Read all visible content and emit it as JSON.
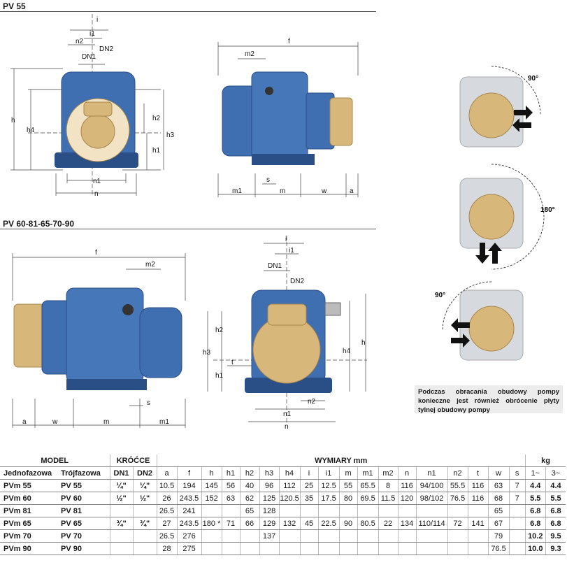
{
  "sections": {
    "pv55_title": "PV 55",
    "pv60_title": "PV 60-81-65-70-90"
  },
  "labels": {
    "i": "i",
    "i1": "i1",
    "n2": "n2",
    "dn1": "DN1",
    "dn2": "DN2",
    "h": "h",
    "h1": "h1",
    "h2": "h2",
    "h3": "h3",
    "h4": "h4",
    "n": "n",
    "n1": "n1",
    "f": "f",
    "m": "m",
    "m1": "m1",
    "m2": "m2",
    "w": "w",
    "a": "a",
    "s": "s",
    "t": "t"
  },
  "rotations": {
    "r1": "90°",
    "r2": "180°",
    "r3": "90°"
  },
  "note": "Podczas obracania obudowy pompy konieczne jest również obrócenie płyty tylnej obudowy pompy",
  "table": {
    "header": {
      "model": "MODEL",
      "krocce": "KRÓĆCE",
      "wymiary": "WYMIARY mm",
      "kg": "kg"
    },
    "subheader": [
      "Jednofazowa",
      "Trójfazowa",
      "DN1",
      "DN2",
      "a",
      "f",
      "h",
      "h1",
      "h2",
      "h3",
      "h4",
      "i",
      "i1",
      "m",
      "m1",
      "m2",
      "n",
      "n1",
      "n2",
      "t",
      "w",
      "s",
      "1~",
      "3~"
    ],
    "rows": [
      [
        "PVm 55",
        "PV 55",
        "¼\"",
        "¼\"",
        "10.5",
        "194",
        "145",
        "56",
        "40",
        "96",
        "112",
        "25",
        "12.5",
        "55",
        "65.5",
        "8",
        "116",
        "94/100",
        "55.5",
        "116",
        "63",
        "7",
        "4.4",
        "4.4"
      ],
      [
        "PVm 60",
        "PV 60",
        "½\"",
        "½\"",
        "26",
        "243.5",
        "152",
        "63",
        "62",
        "125",
        "120.5",
        "35",
        "17.5",
        "80",
        "69.5",
        "11.5",
        "120",
        "98/102",
        "76.5",
        "116",
        "68",
        "7",
        "5.5",
        "5.5"
      ],
      [
        "PVm 81",
        "PV 81",
        "",
        "",
        "26.5",
        "241",
        "",
        "",
        "65",
        "128",
        "",
        "",
        "",
        "",
        "",
        "",
        "",
        "",
        "",
        "",
        "65",
        "",
        "6.8",
        "6.8"
      ],
      [
        "PVm 65",
        "PV 65",
        "¾\"",
        "¾\"",
        "27",
        "243.5",
        "180 *",
        "71",
        "66",
        "129",
        "132",
        "45",
        "22.5",
        "90",
        "80.5",
        "22",
        "134",
        "110/114",
        "72",
        "141",
        "67",
        "",
        "6.8",
        "6.8"
      ],
      [
        "PVm 70",
        "PV 70",
        "",
        "",
        "26.5",
        "276",
        "",
        "",
        "",
        "137",
        "",
        "",
        "",
        "",
        "",
        "",
        "",
        "",
        "",
        "",
        "79",
        "",
        "10.2",
        "9.5"
      ],
      [
        "PVm 90",
        "PV 90",
        "",
        "",
        "28",
        "275",
        "",
        "",
        "",
        "",
        "",
        "",
        "",
        "",
        "",
        "",
        "",
        "",
        "",
        "",
        "76.5",
        "",
        "10.0",
        "9.3"
      ]
    ]
  },
  "colors": {
    "pump_blue": "#3f6fb0",
    "pump_dark": "#2a4f86",
    "brass": "#d8b77a",
    "brass_dark": "#a8874c",
    "ghost": "#d6d9de"
  }
}
